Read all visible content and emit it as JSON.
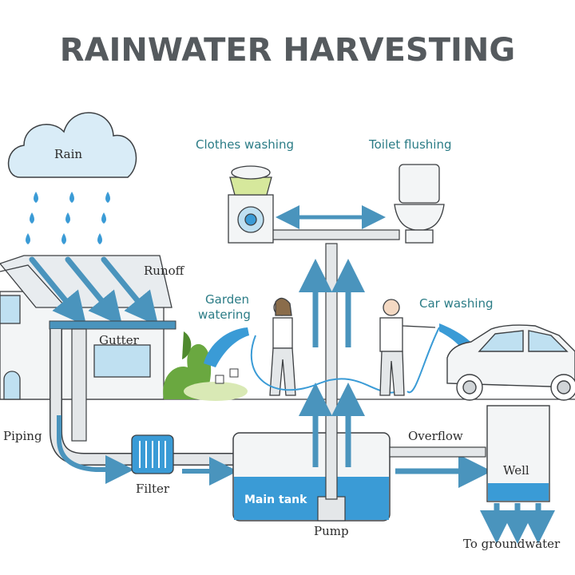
{
  "title": "RAINWATER HARVESTING",
  "labels": {
    "rain": "Rain",
    "clothes_washing": "Clothes washing",
    "toilet_flushing": "Toilet flushing",
    "runoff": "Runoff",
    "garden_watering_line1": "Garden",
    "garden_watering_line2": "watering",
    "car_washing": "Car washing",
    "gutter": "Gutter",
    "piping": "Piping",
    "filter": "Filter",
    "main_tank": "Main tank",
    "overflow": "Overflow",
    "well": "Well",
    "pump": "Pump",
    "to_groundwater": "To groundwater"
  },
  "colors": {
    "water_blue": "#3a9bd6",
    "arrow_blue": "#4a94bd",
    "pipe_gray": "#e4e7e9",
    "outline": "#3c3f42",
    "title_gray": "#555a5e",
    "teal_text": "#2b7c86",
    "plant_green": "#5d9c3a"
  }
}
